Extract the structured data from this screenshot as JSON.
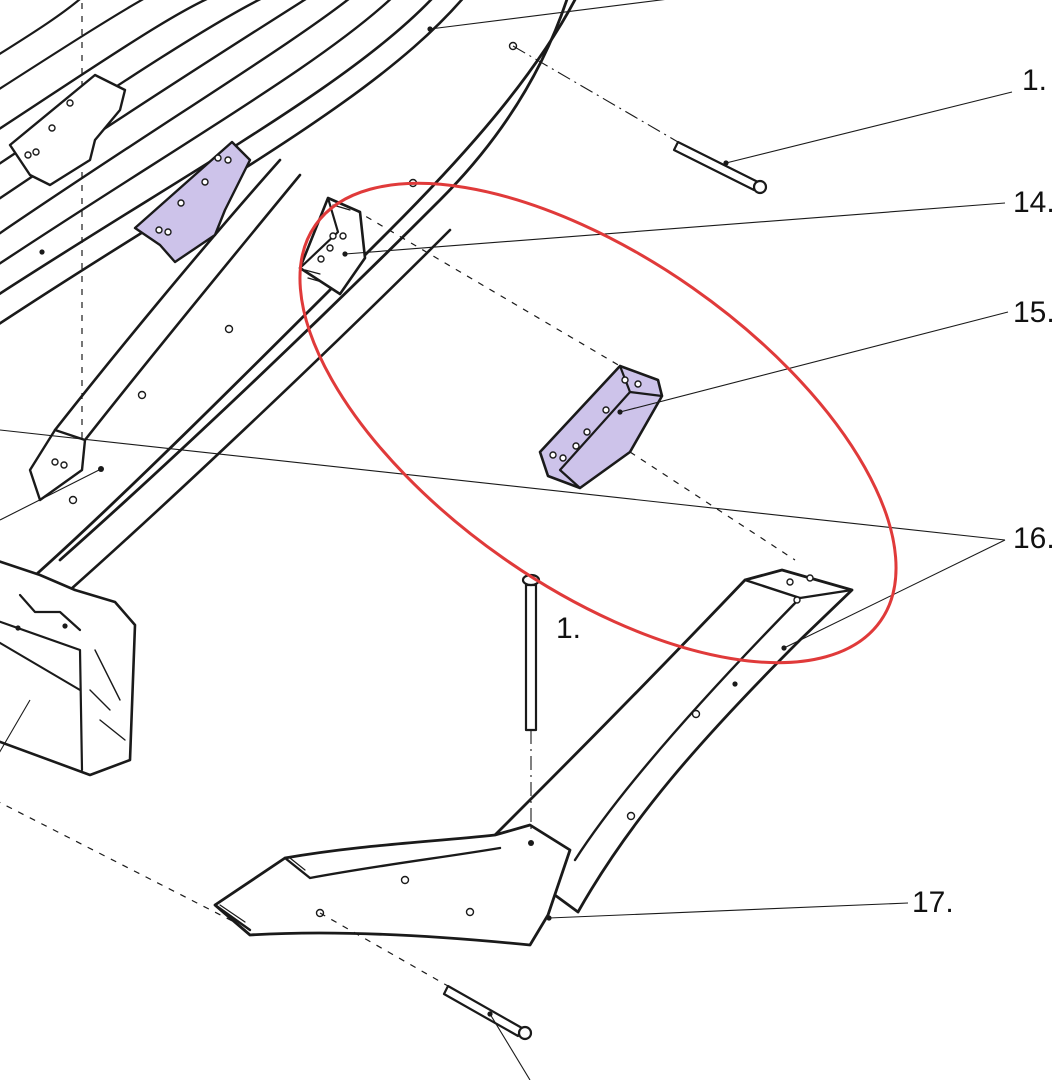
{
  "callouts": {
    "bolt_top": "1.",
    "part_14": "14.",
    "part_15": "15.",
    "part_16": "16.",
    "bolt_mid": "1.",
    "part_17": "17."
  },
  "colors": {
    "highlight_fill": "#cdc3ea",
    "ellipse": "#e03a3a",
    "ink": "#1a1a1a",
    "paper": "#ffffff"
  }
}
